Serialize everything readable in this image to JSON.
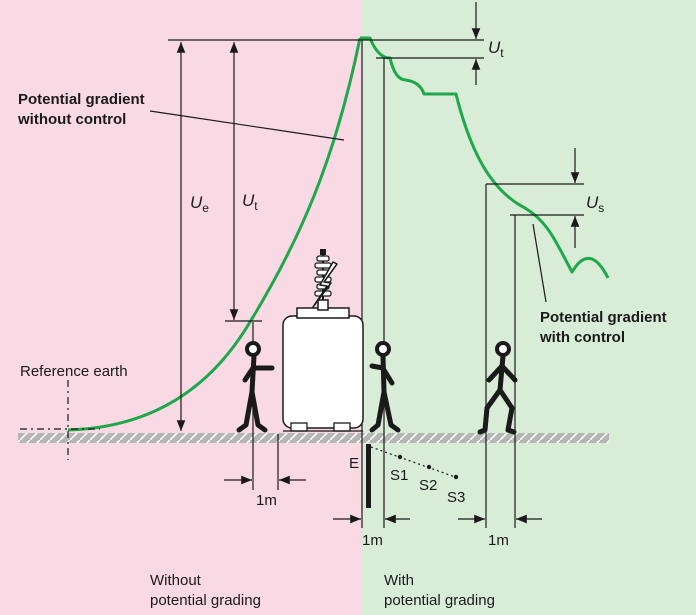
{
  "colors": {
    "left_zone": "#f9d9e4",
    "right_zone": "#d8ecd8",
    "curve": "#1da84a",
    "ground": "#b5b5b5"
  },
  "labels": {
    "gradient_without_line1": "Potential gradient",
    "gradient_without_line2": "without control",
    "gradient_with_line1": "Potential gradient",
    "gradient_with_line2": "with control",
    "reference_earth": "Reference earth",
    "ue_sym": "U",
    "ue_sub": "e",
    "ut_left_sym": "U",
    "ut_left_sub": "t",
    "ut_right_sym": "U",
    "ut_right_sub": "t",
    "us_sym": "U",
    "us_sub": "s",
    "electrode": "E",
    "s1": "S1",
    "s2": "S2",
    "s3": "S3",
    "dim_left": "1m",
    "dim_center": "1m",
    "dim_right": "1m",
    "zone_left_line1": "Without",
    "zone_left_line2": "potential grading",
    "zone_right_line1": "With",
    "zone_right_line2": "potential grading"
  },
  "icons": [
    "person-icon",
    "transformer-icon",
    "lightning-bolt-icon",
    "earth-electrode-icon"
  ]
}
